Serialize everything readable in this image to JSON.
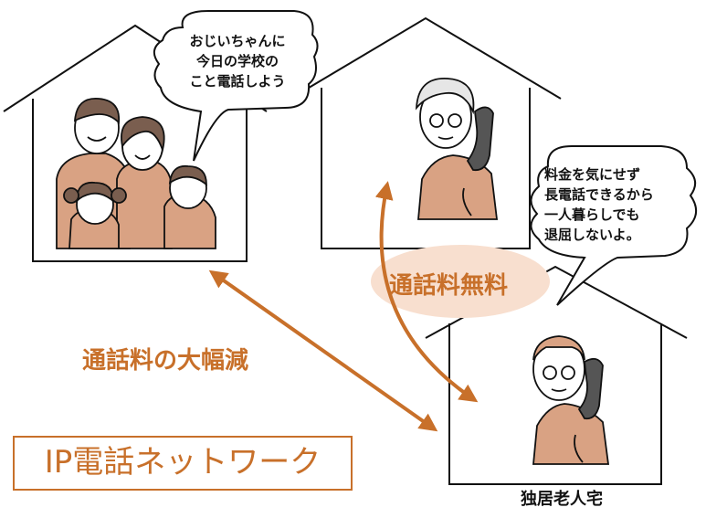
{
  "bubbles": {
    "family": [
      "おじいちゃんに",
      "今日の学校の",
      "こと電話しよう"
    ],
    "grandmother": [
      "料金を気にせず",
      "長電話できるから",
      "一人暮らしでも",
      "退屈しないよ。"
    ]
  },
  "labels": {
    "free_call": "通話料無料",
    "reduction": "通話料の大幅減",
    "network": "IP電話ネットワーク",
    "home_caption": "独居老人宅"
  },
  "colors": {
    "accent": "#c8702a",
    "skin": "#d9a283",
    "highlight": "#f8dfcf"
  },
  "icons": [
    "telephone-handset",
    "house-outline"
  ]
}
